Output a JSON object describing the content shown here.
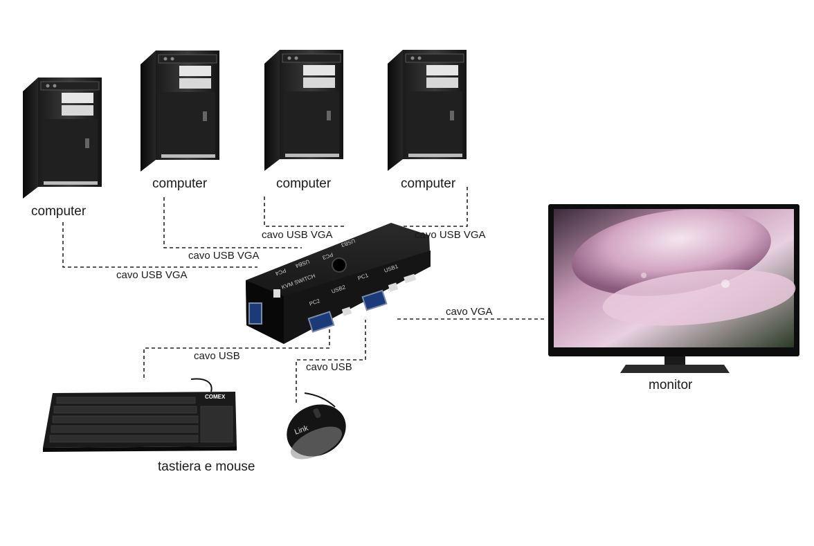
{
  "labels": {
    "pc1": "computer",
    "pc2": "computer",
    "pc3": "computer",
    "pc4": "computer",
    "monitor": "monitor",
    "peripherals": "tastiera e mouse"
  },
  "cables": {
    "pc1": "cavo USB VGA",
    "pc2": "cavo USB VGA",
    "pc3": "cavo USB VGA",
    "pc4": "cavo USB VGA",
    "monitor": "cavo VGA",
    "keyboard": "cavo USB",
    "mouse": "cavo USB"
  },
  "switch_markings": {
    "title": "KVM SWITCH",
    "ports": [
      "PC1",
      "PC2",
      "PC3",
      "PC4",
      "USB1",
      "USB2",
      "USB3",
      "USB4"
    ]
  },
  "brands": {
    "keyboard": "COMEX",
    "mouse": "Link"
  },
  "colors": {
    "device_body": "#111111",
    "cable_dash": "#222222",
    "label_text": "#1a1a1a",
    "screen_pink": "#c89ab8",
    "screen_dark": "#2b3a25"
  }
}
